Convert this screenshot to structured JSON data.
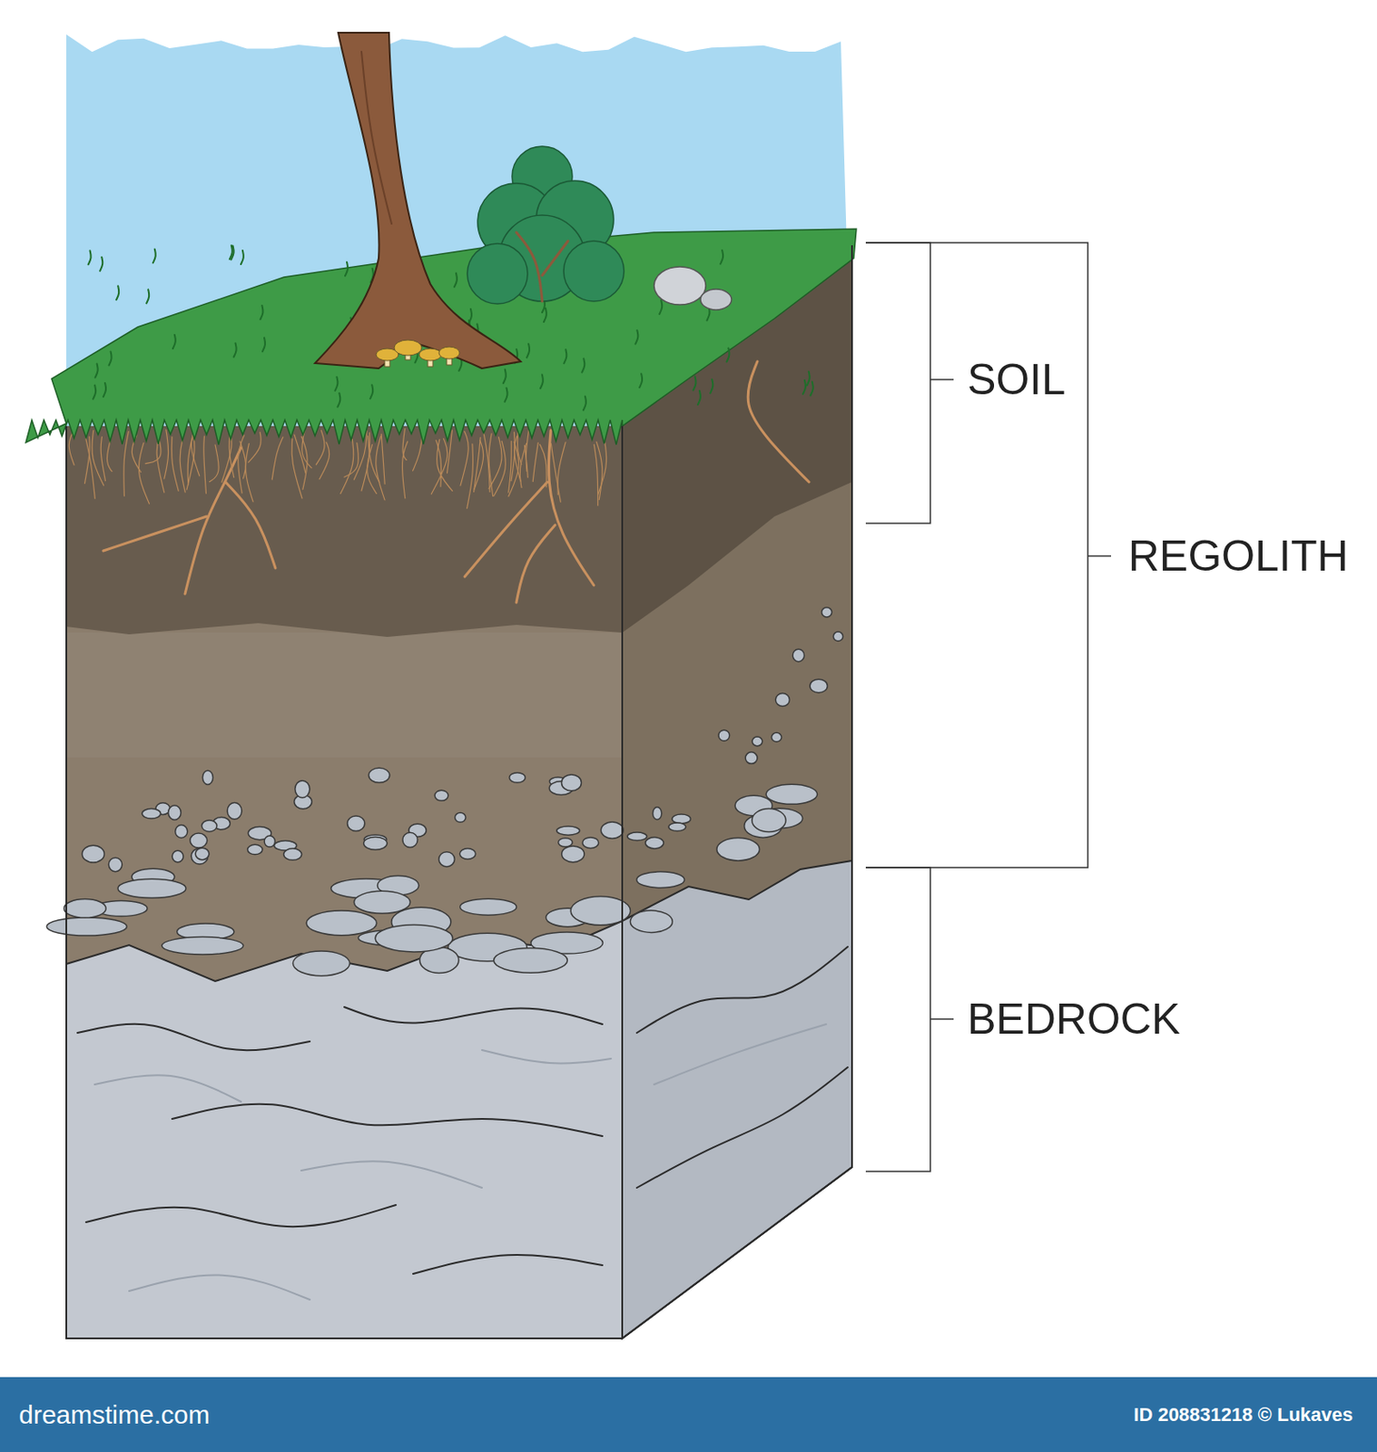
{
  "diagram": {
    "nodes": [
      {
        "text": [
          "dreamstime.com",
          "ID 208831218 © Lukaves"
        ]
      }
    ],
    "labels": [
      "SOIL",
      "REGOLITH",
      "BEDROCK"
    ]
  }
}
